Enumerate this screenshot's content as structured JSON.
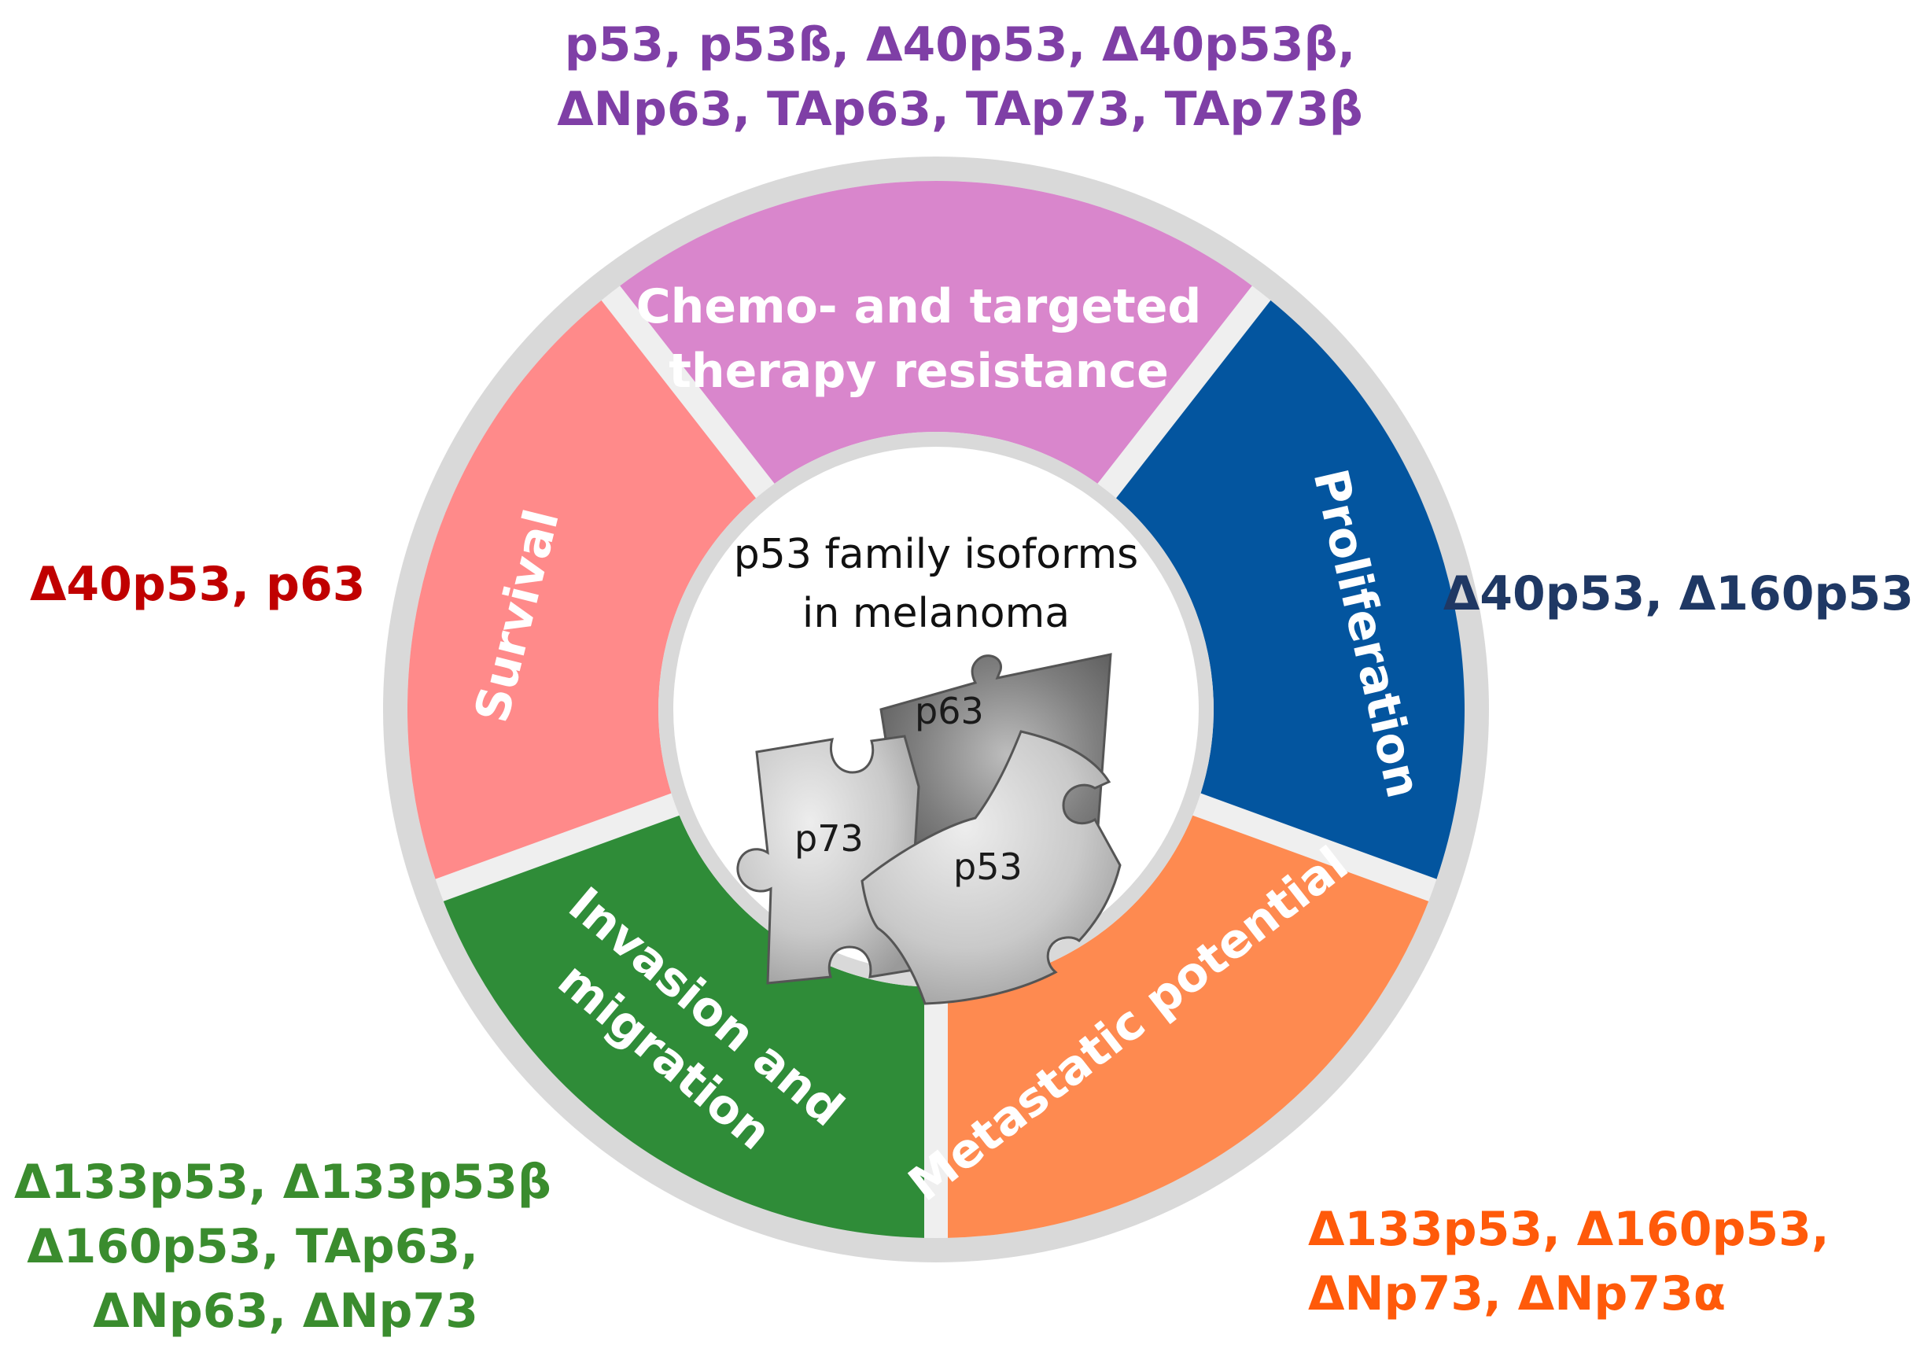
{
  "center": {
    "line1": "p53 family isoforms",
    "line2": "in melanoma",
    "pieces": [
      "p63",
      "p73",
      "p53"
    ]
  },
  "segments": {
    "chemo": {
      "line1": "Chemo- and targeted",
      "line2": "therapy resistance",
      "color": "#D986CC"
    },
    "proliferation": {
      "label": "Proliferation",
      "color": "#03559F"
    },
    "metastatic": {
      "label": "Metastatic potential",
      "color": "#FE8A50"
    },
    "invasion": {
      "line1": "Invasion and",
      "line2": "migration",
      "color": "#2F8C38"
    },
    "survival": {
      "label": "Survival",
      "color": "#FF8A8A"
    }
  },
  "ring_color": "#D9D9D9",
  "isoforms": {
    "top": {
      "lines": [
        "p53, p53ß, Δ40p53, Δ40p53β,",
        "ΔNp63, TAp63, TAp73, TAp73β"
      ],
      "color": "#7F3FA6"
    },
    "left": {
      "lines": [
        "Δ40p53, p63"
      ],
      "color": "#C00000"
    },
    "right": {
      "lines": [
        "Δ40p53, Δ160p53"
      ],
      "color": "#1F3864"
    },
    "bottom_left": {
      "lines": [
        "Δ133p53, Δ133p53β",
        "Δ160p53, TAp63,",
        "ΔNp63, ΔNp73"
      ],
      "color": "#3A8C2E"
    },
    "bottom_right": {
      "lines": [
        "Δ133p53, Δ160p53,",
        "ΔNp73, ΔNp73α"
      ],
      "color": "#FF5A0A"
    }
  }
}
